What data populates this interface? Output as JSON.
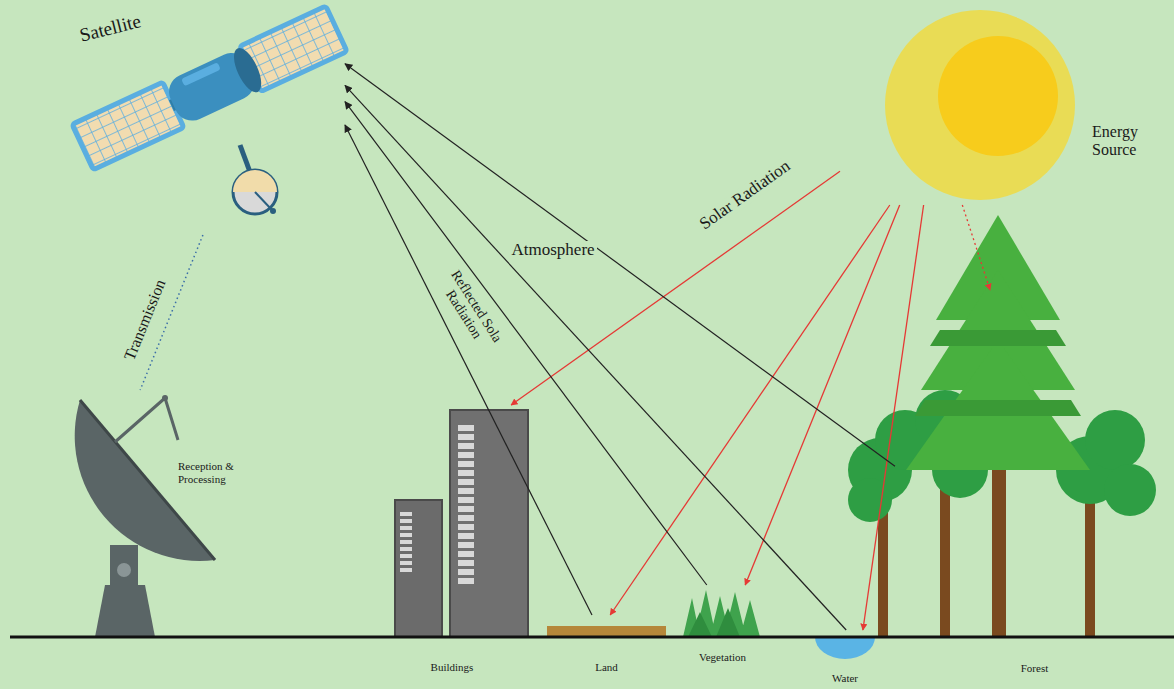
{
  "diagram": {
    "nodes": [
      {
        "text": [
          "Satellite"
        ]
      },
      {
        "text": [
          "Energy Source"
        ]
      },
      {
        "text": [
          "Reception & Processing"
        ]
      },
      {
        "text": [
          "Buildings"
        ]
      },
      {
        "text": [
          "Land"
        ]
      },
      {
        "text": [
          "Vegetation"
        ]
      },
      {
        "text": [
          "Water"
        ]
      },
      {
        "text": [
          "Forest"
        ]
      }
    ],
    "edges": [
      {
        "from": 1,
        "to": 3,
        "arrow": "to",
        "label": "Solar Radiation"
      },
      {
        "from": 1,
        "to": 4,
        "arrow": "to"
      },
      {
        "from": 1,
        "to": 5,
        "arrow": "to"
      },
      {
        "from": 1,
        "to": 6,
        "arrow": "to"
      },
      {
        "from": 1,
        "to": 7,
        "arrow": "to"
      },
      {
        "from": 4,
        "to": 0,
        "arrow": "to"
      },
      {
        "from": 5,
        "to": 0,
        "arrow": "to"
      },
      {
        "from": 6,
        "to": 0,
        "arrow": "to"
      },
      {
        "from": 7,
        "to": 0,
        "arrow": "to"
      },
      {
        "from": 0,
        "to": 2,
        "arrow": "none",
        "label": "Transmission"
      }
    ],
    "labels": [
      "Reflected Sola Radiation",
      "Atmosphere"
    ]
  }
}
